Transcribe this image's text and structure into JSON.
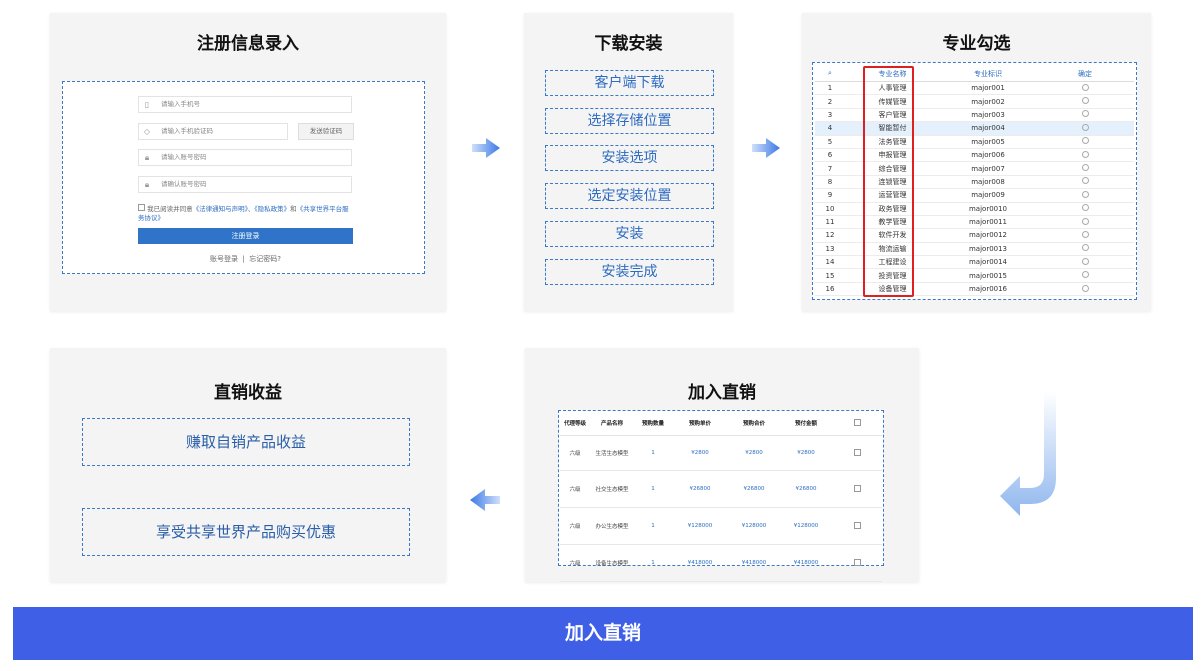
{
  "register": {
    "title": "注册信息录入",
    "phone_placeholder": "请输入手机号",
    "code_placeholder": "请输入手机验证码",
    "send_code": "发送验证码",
    "password_placeholder": "请输入账号密码",
    "confirm_placeholder": "请确认账号密码",
    "agree_text": "我已阅读并同意",
    "agree_link1": "《法律通知与声明》",
    "agree_sep1": "、",
    "agree_link2": "《隐私政策》",
    "agree_sep2": "和",
    "agree_link3": "《共享世界平台服务协议》",
    "register_button": "注册登录",
    "login_link": "账号登录",
    "divider": "|",
    "forgot_link": "忘记密码?"
  },
  "install": {
    "title": "下载安装",
    "steps": [
      "客户端下载",
      "选择存储位置",
      "安装选项",
      "选定安装位置",
      "安装",
      "安装完成"
    ]
  },
  "majors": {
    "title": "专业勾选",
    "headers": [
      "专业名称",
      "专业标识",
      "确定"
    ],
    "rows": [
      {
        "no": "1",
        "name": "人事管理",
        "id": "major001"
      },
      {
        "no": "2",
        "name": "传媒管理",
        "id": "major002"
      },
      {
        "no": "3",
        "name": "客户管理",
        "id": "major003"
      },
      {
        "no": "4",
        "name": "智能暂付",
        "id": "major004"
      },
      {
        "no": "5",
        "name": "法务管理",
        "id": "major005"
      },
      {
        "no": "6",
        "name": "申报管理",
        "id": "major006"
      },
      {
        "no": "7",
        "name": "综合管理",
        "id": "major007"
      },
      {
        "no": "8",
        "name": "连锁管理",
        "id": "major008"
      },
      {
        "no": "9",
        "name": "运营管理",
        "id": "major009"
      },
      {
        "no": "10",
        "name": "政务管理",
        "id": "major0010"
      },
      {
        "no": "11",
        "name": "教学管理",
        "id": "major0011"
      },
      {
        "no": "12",
        "name": "软件开发",
        "id": "major0012"
      },
      {
        "no": "13",
        "name": "物流运输",
        "id": "major0013"
      },
      {
        "no": "14",
        "name": "工程建设",
        "id": "major0014"
      },
      {
        "no": "15",
        "name": "投资管理",
        "id": "major0015"
      },
      {
        "no": "16",
        "name": "设备管理",
        "id": "major0016"
      }
    ]
  },
  "direct_sales": {
    "title": "加入直销",
    "headers": [
      "代理等级",
      "产品名称",
      "预购数量",
      "预购单价",
      "预购合价",
      "预付金额"
    ],
    "rows": [
      {
        "level": "六级",
        "product": "生活生态模型",
        "qty": "1",
        "unit": "¥2800",
        "total": "¥2800",
        "prepay": "¥2800"
      },
      {
        "level": "六级",
        "product": "社交生态模型",
        "qty": "1",
        "unit": "¥26800",
        "total": "¥26800",
        "prepay": "¥26800"
      },
      {
        "level": "六级",
        "product": "办公生态模型",
        "qty": "1",
        "unit": "¥128000",
        "total": "¥128000",
        "prepay": "¥128000"
      },
      {
        "level": "六级",
        "product": "设备生态模型",
        "qty": "1",
        "unit": "¥418000",
        "total": "¥418000",
        "prepay": "¥418000"
      }
    ]
  },
  "income": {
    "title": "直销收益",
    "items": [
      "赚取自销产品收益",
      "享受共享世界产品购买优惠"
    ]
  },
  "banner": "加入直销",
  "colors": {
    "accent": "#3f5fe6",
    "link": "#2a6cc0",
    "highlight": "#e02020"
  }
}
